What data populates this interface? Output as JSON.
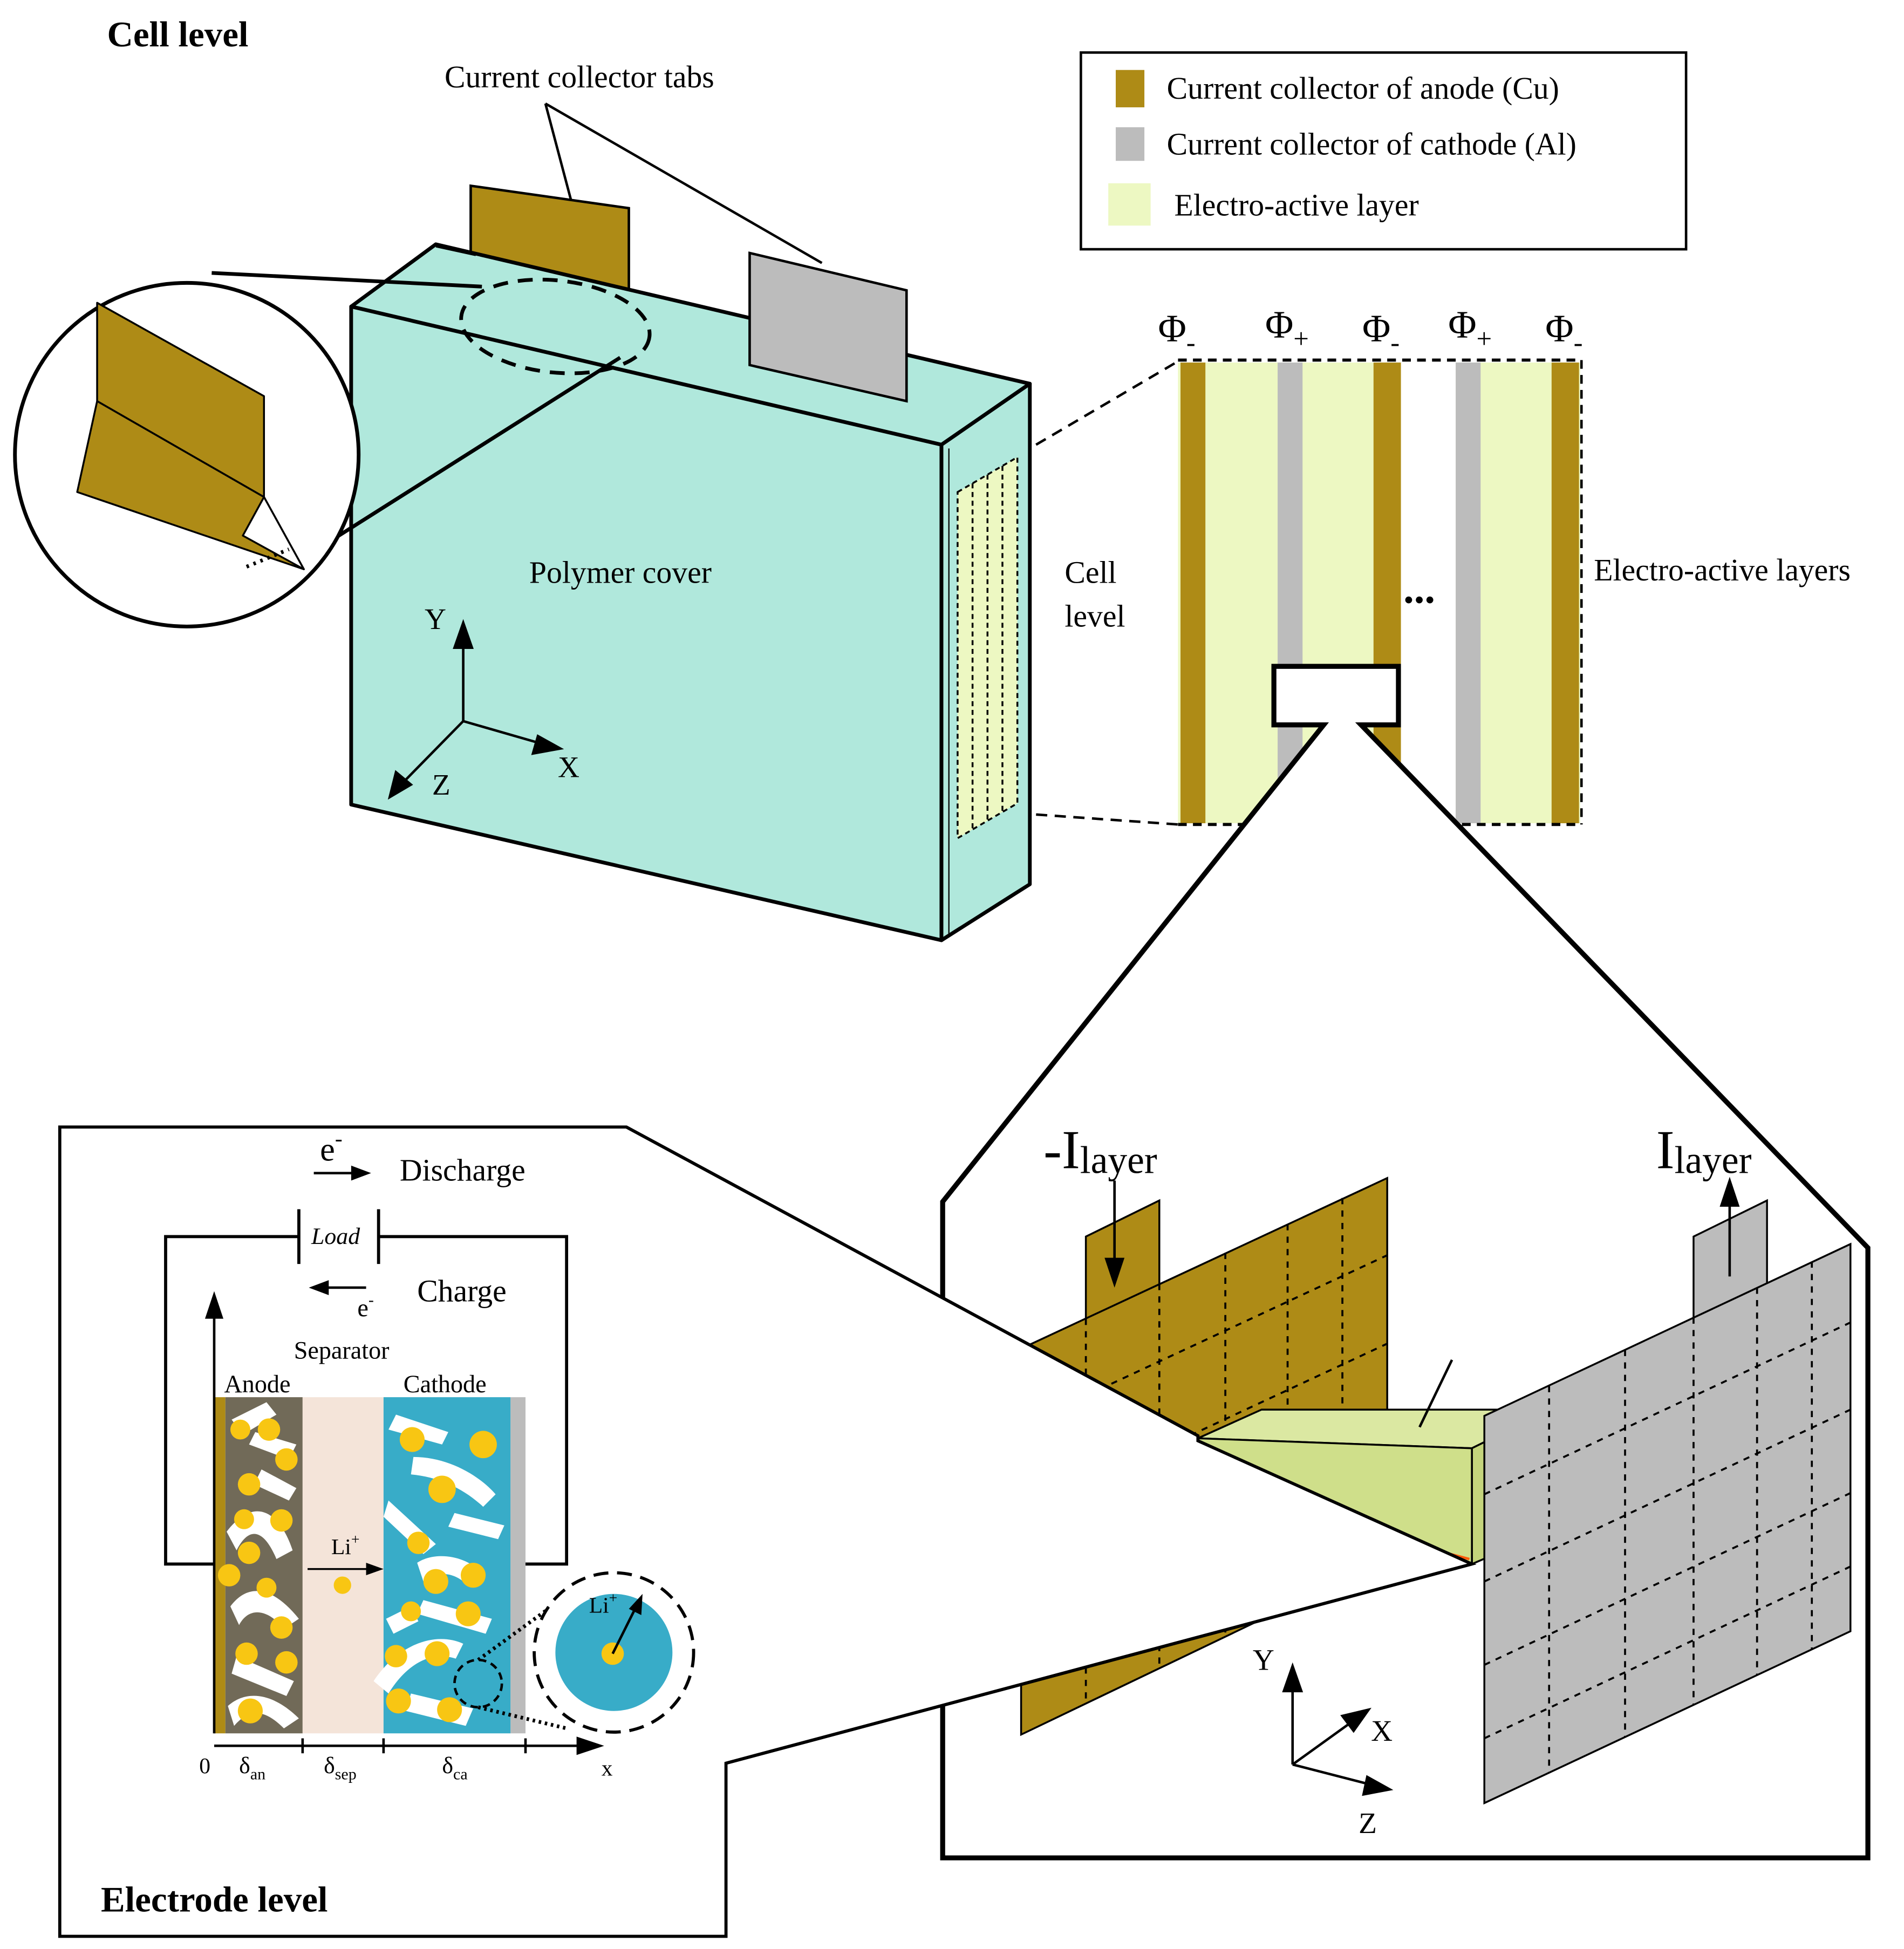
{
  "labels": {
    "cell_level_title": "Cell level",
    "electrode_level_title": "Electrode level",
    "current_collector_tabs": "Current collector tabs",
    "polymer_cover": "Polymer cover",
    "cell_level_side_line1": "Cell",
    "cell_level_side_line2": "level",
    "electro_active_layers": "Electro-active layers",
    "ellipsis": "...",
    "axis_x": "X",
    "axis_y": "Y",
    "axis_z": "Z",
    "phi_symbol": "Φ",
    "phi_minus_sub": "-",
    "phi_plus_sub": "+",
    "current_neg_prefix": "-I",
    "current_pos_prefix": "I",
    "current_sub": "layer",
    "e_symbol": "e",
    "e_sup": "-",
    "discharge": "Discharge",
    "charge": "Charge",
    "load": "Load",
    "separator": "Separator",
    "anode": "Anode",
    "cathode": "Cathode",
    "li_symbol": "Li",
    "li_sup": "+",
    "origin_zero": "0",
    "delta": "δ",
    "delta_an_sub": "an",
    "delta_sep_sub": "sep",
    "delta_ca_sub": "ca",
    "x_lower": "x"
  },
  "legend": [
    {
      "label": "Current collector of anode (Cu)",
      "color": "#ae8b16"
    },
    {
      "label": "Current collector of cathode (Al)",
      "color": "#bcbcbc"
    },
    {
      "label": "Electro-active layer",
      "color": "#edf8c2"
    }
  ],
  "colors": {
    "copper": "#ae8b16",
    "aluminum": "#bcbcbc",
    "active_layer": "#edf8c2",
    "polymer_cover": "#b0e8dc",
    "sandwich_block": "#cfdf8a",
    "anode_material": "#716a58",
    "separator": "#f4e4d9",
    "cathode_material": "#38acc8",
    "particle": "#f8c613",
    "profile_line": "#ff5a0a"
  }
}
